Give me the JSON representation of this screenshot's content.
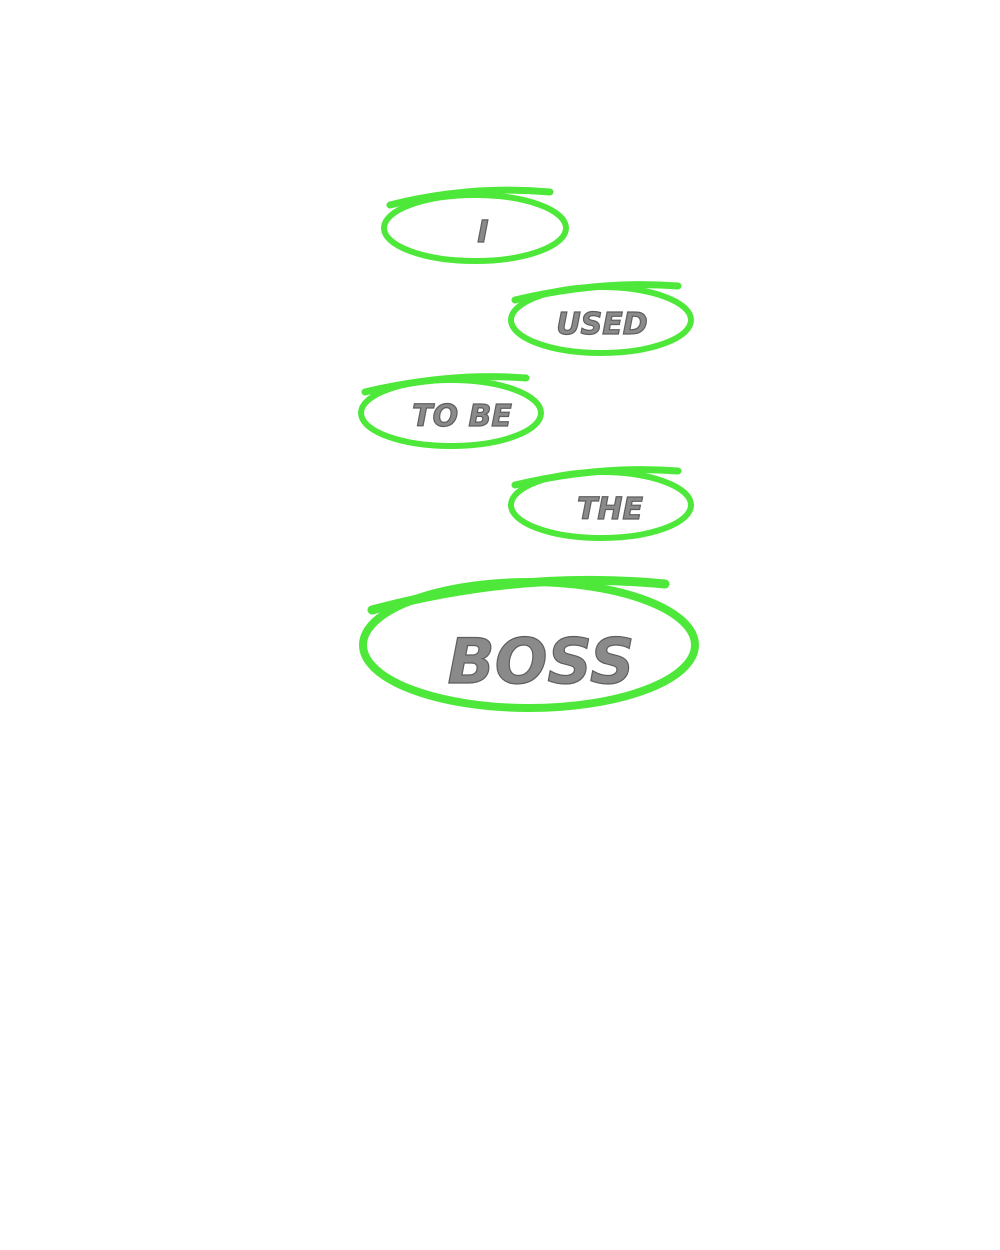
{
  "design": {
    "accent_color": "#4ee83a",
    "text_color": "#7a7a7a",
    "words": [
      {
        "text": "I"
      },
      {
        "text": "USED"
      },
      {
        "text": "TO BE"
      },
      {
        "text": "THE"
      },
      {
        "text": "BOSS"
      }
    ]
  }
}
